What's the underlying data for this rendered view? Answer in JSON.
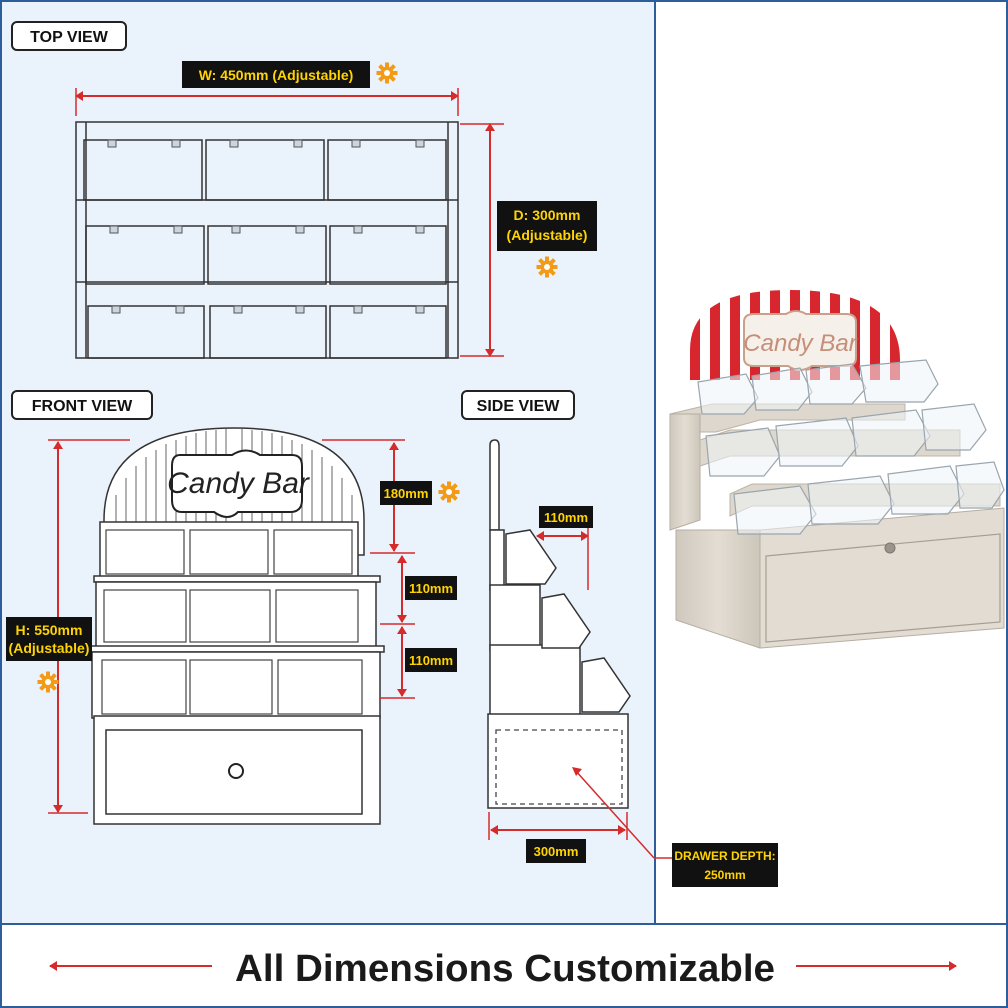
{
  "views": {
    "top": "TOP VIEW",
    "front": "FRONT VIEW",
    "side": "SIDE VIEW"
  },
  "dimensions": {
    "width_line1": "W: 450mm (Adjustable)",
    "depth_line1": "D: 300mm",
    "depth_line2": "(Adjustable)",
    "height_line1": "H: 550mm",
    "height_line2": "(Adjustable)",
    "sign_height": "180mm",
    "tier_1": "110mm",
    "tier_2": "110mm",
    "side_tier": "110mm",
    "side_depth": "300mm",
    "drawer_line1": "DRAWER DEPTH:",
    "drawer_line2": "250mm"
  },
  "sign_text": "Candy Bar",
  "footer": "All Dimensions Customizable",
  "icons": [
    "gear-icon",
    "drawer-knob-icon"
  ],
  "colors": {
    "blueprint_bg": "#eaf3fc",
    "divider": "#2f5c9a",
    "label_bg": "#111111",
    "label_text": "#ffd400",
    "dimension_line": "#d62b2b",
    "gear": "#f39a16",
    "stripe_red": "#d8262e",
    "wood": "#d8d2c8"
  }
}
